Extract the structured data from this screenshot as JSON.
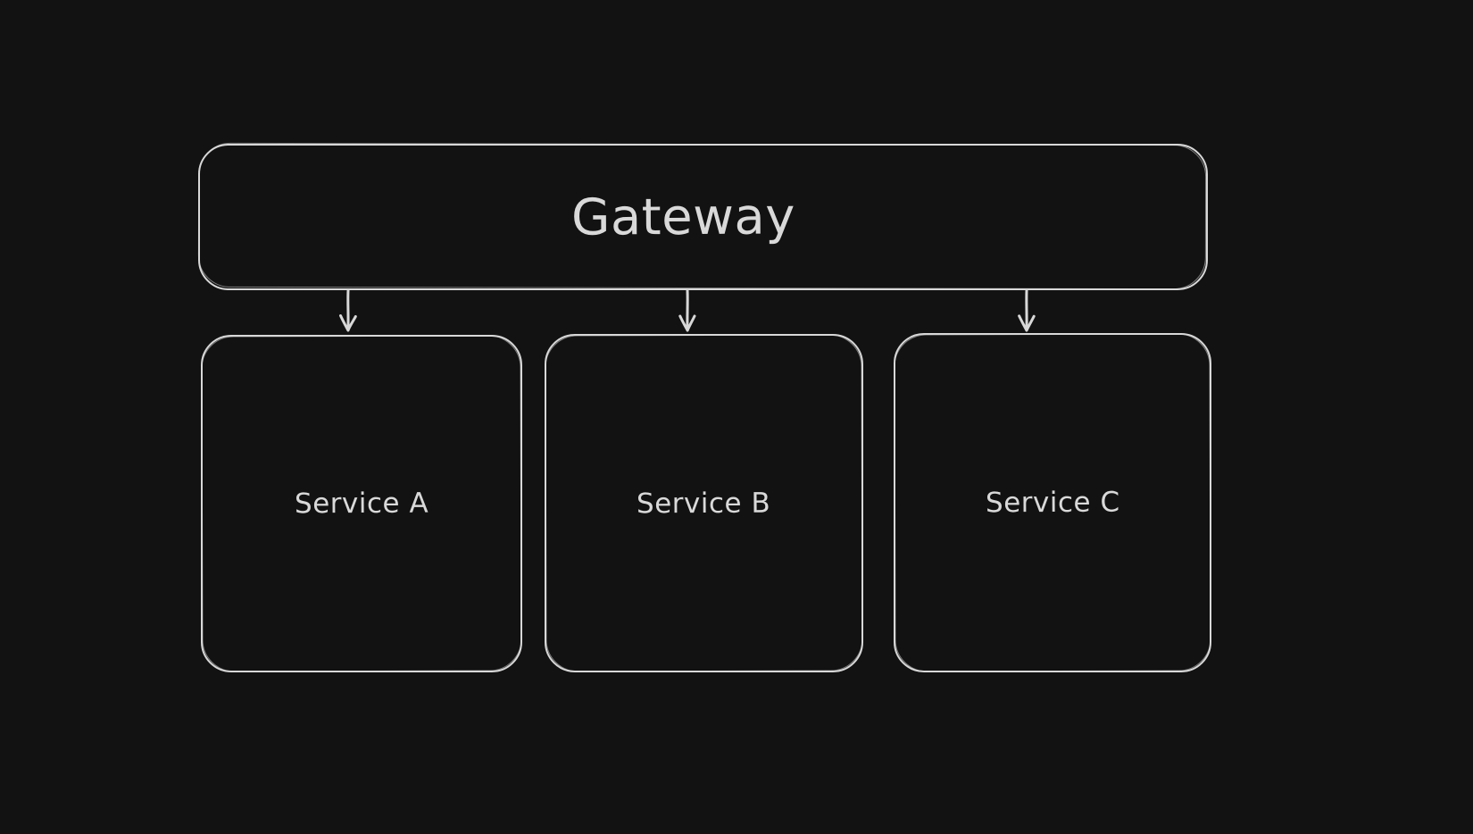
{
  "canvas": {
    "background_color": "#121212",
    "stroke_color": "#d8d8d8",
    "text_color": "#d9d9d9"
  },
  "diagram": {
    "type": "flowchart",
    "nodes": {
      "gateway": {
        "label": "Gateway"
      },
      "service_a": {
        "label": "Service A"
      },
      "service_b": {
        "label": "Service B"
      },
      "service_c": {
        "label": "Service C"
      }
    },
    "edges": [
      {
        "from": "Gateway",
        "to": "Service A"
      },
      {
        "from": "Gateway",
        "to": "Service B"
      },
      {
        "from": "Gateway",
        "to": "Service C"
      }
    ]
  }
}
